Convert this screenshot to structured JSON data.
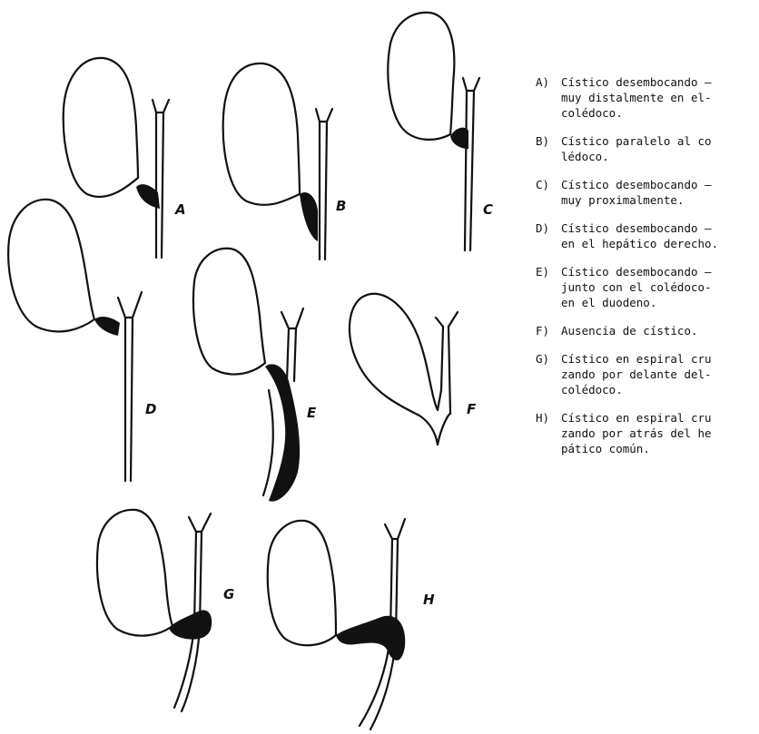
{
  "figures": [
    {
      "letter": "A"
    },
    {
      "letter": "B"
    },
    {
      "letter": "C"
    },
    {
      "letter": "D"
    },
    {
      "letter": "E"
    },
    {
      "letter": "F"
    },
    {
      "letter": "G"
    },
    {
      "letter": "H"
    }
  ],
  "legend": [
    {
      "key": "A)",
      "text": "Cístico desembocando –\nmuy distalmente en el-\ncolédoco."
    },
    {
      "key": "B)",
      "text": "Cístico paralelo al co\nlédoco."
    },
    {
      "key": "C)",
      "text": "Cístico desembocando –\nmuy proximalmente."
    },
    {
      "key": "D)",
      "text": "Cístico desembocando –\nen el hepático derecho."
    },
    {
      "key": "E)",
      "text": "Cístico desembocando –\njunto con el colédoco-\nen el duodeno."
    },
    {
      "key": "F)",
      "text": "Ausencia de cístico."
    },
    {
      "key": "G)",
      "text": "Cístico en espiral cru\nzando por delante del-\ncolédoco."
    },
    {
      "key": "H)",
      "text": "Cístico en espiral cru\nzando por atrás del he\npático común."
    }
  ]
}
